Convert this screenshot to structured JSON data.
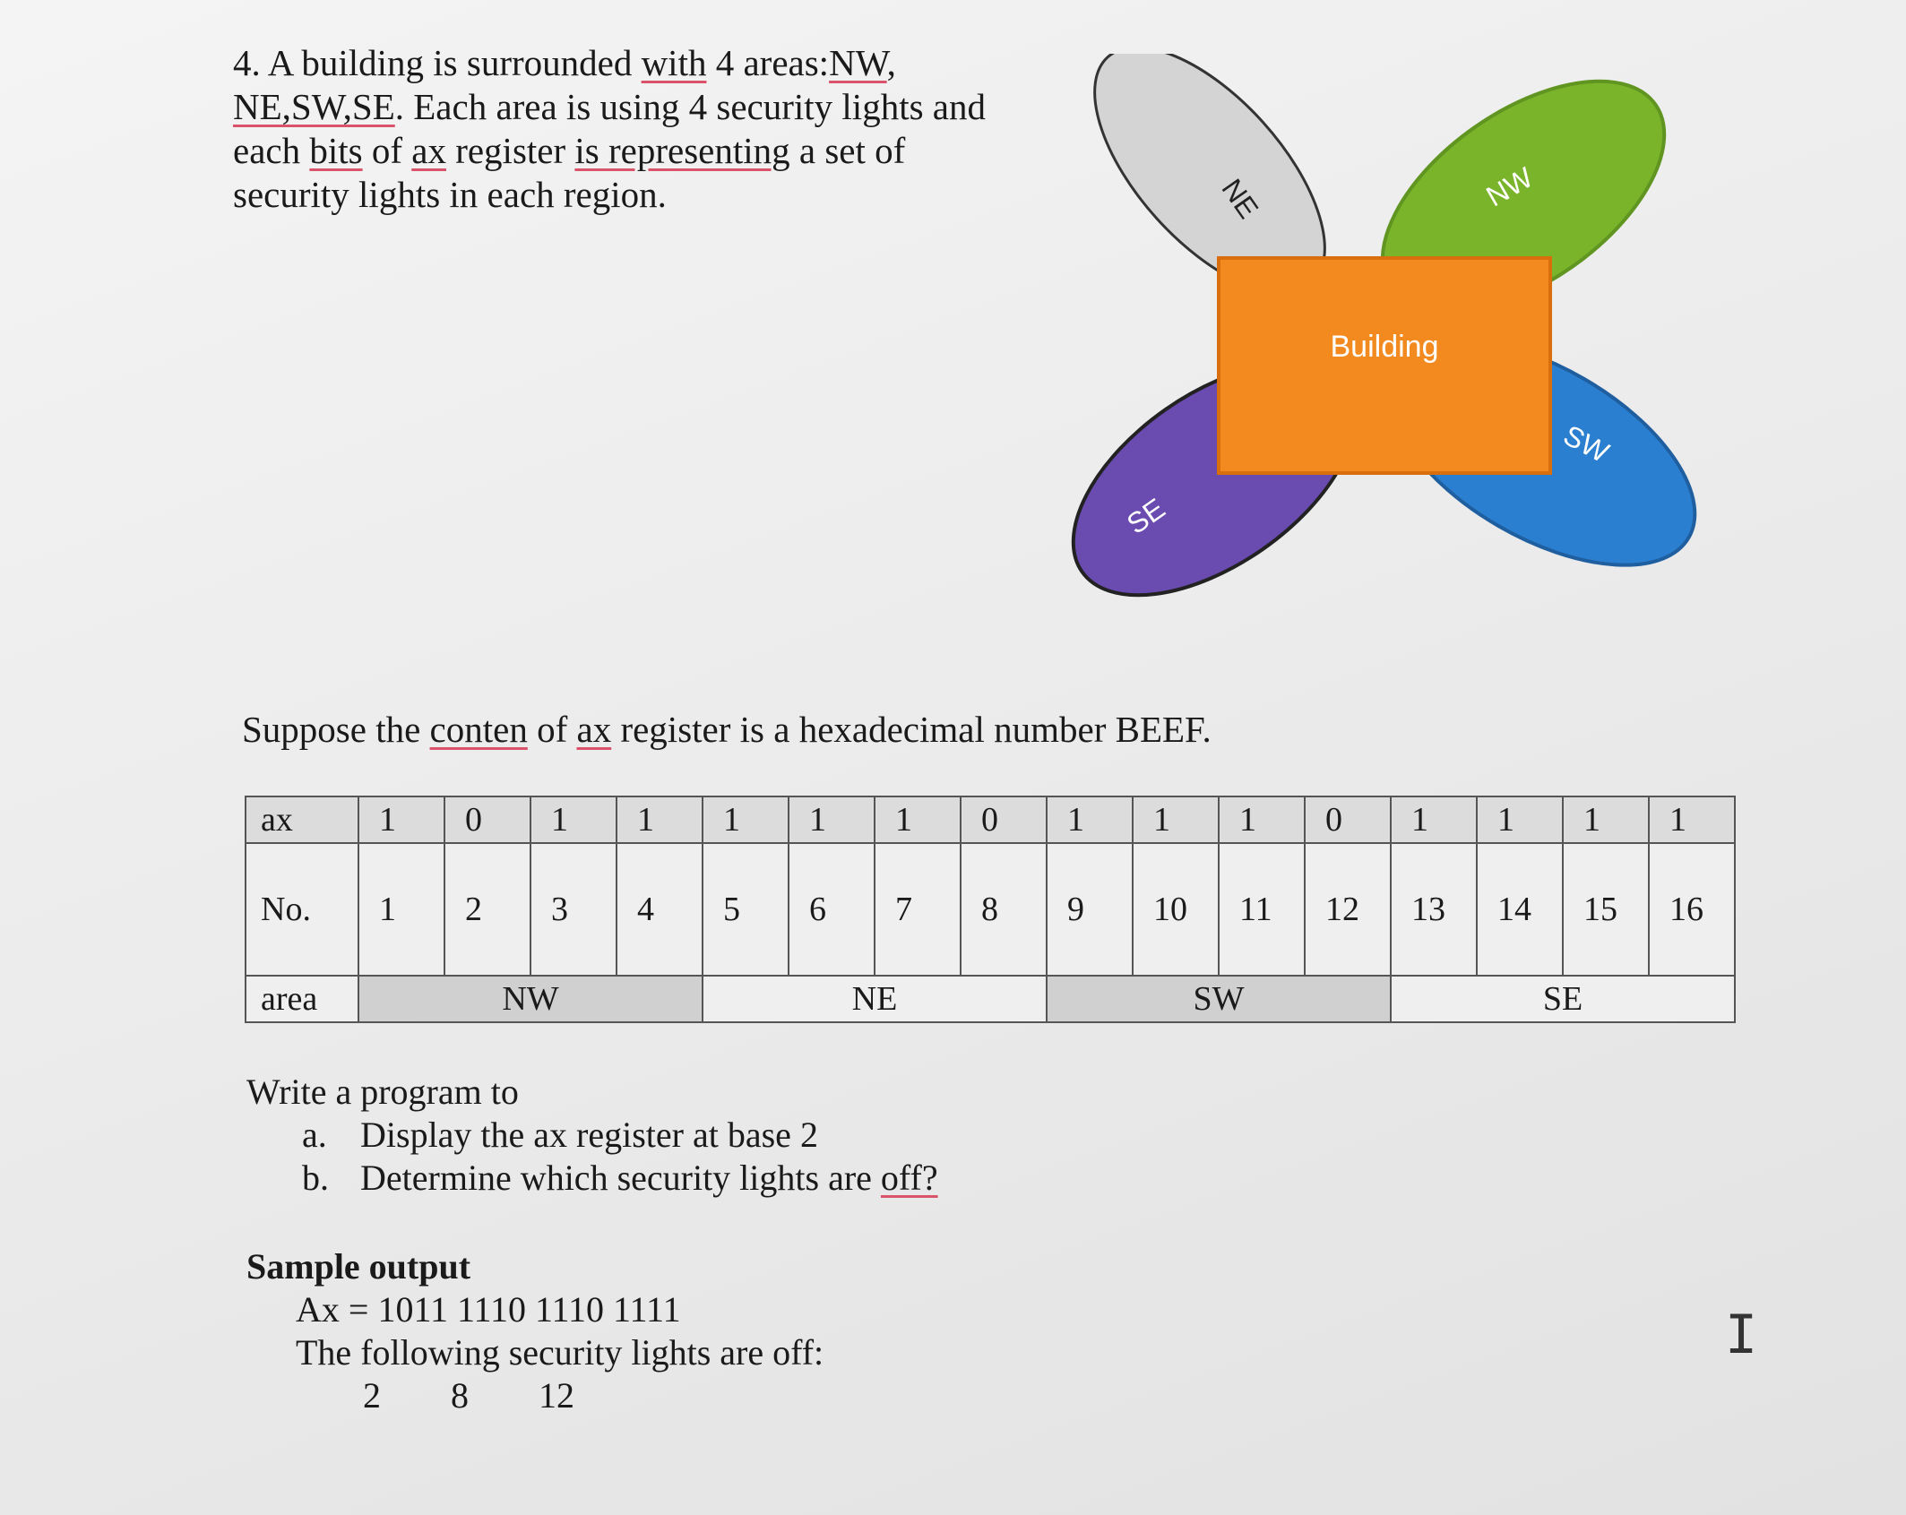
{
  "question": {
    "number": "4.",
    "line1_a": "A building is surrounded ",
    "line1_with": "with",
    "line1_b": " 4 areas:",
    "line1_nw": "NW",
    "line1_c": ",",
    "line2_areas": "NE,SW,SE",
    "line2_b": ". Each area is using 4 security lights and",
    "line3_a": "each ",
    "line3_bits": "bits",
    "line3_b": " of ",
    "line3_ax": "ax",
    "line3_c": " register ",
    "line3_is": "is representing",
    "line3_d": " a set of",
    "line4": "security lights in each region."
  },
  "diagram": {
    "building_label": "Building",
    "nw_label": "NW",
    "ne_label": "NE",
    "sw_label": "SW",
    "se_label": "SE",
    "colors": {
      "building": "#f28a1f",
      "nw": "#7ab42a",
      "ne": "#d4d4d4",
      "sw": "#2b7fd0",
      "se": "#6a4bb0"
    }
  },
  "suppose": {
    "a": "Suppose the ",
    "conten": "conten",
    "b": " of ",
    "ax": "ax",
    "c": " register is a hexadecimal number BEEF."
  },
  "table": {
    "ax_label": "ax",
    "no_label": "No.",
    "area_label": "area",
    "ax_bits": [
      "1",
      "0",
      "1",
      "1",
      "1",
      "1",
      "1",
      "0",
      "1",
      "1",
      "1",
      "0",
      "1",
      "1",
      "1",
      "1"
    ],
    "numbers": [
      "1",
      "2",
      "3",
      "4",
      "5",
      "6",
      "7",
      "8",
      "9",
      "10",
      "11",
      "12",
      "13",
      "14",
      "15",
      "16"
    ],
    "areas": [
      "NW",
      "NE",
      "SW",
      "SE"
    ]
  },
  "task": {
    "intro": "Write a program to",
    "a_label": "a.",
    "a_text": "Display the ax register  at base 2",
    "b_label": "b.",
    "b_text_pre": "Determine which security lights are ",
    "b_text_off": "off?"
  },
  "sample": {
    "title": "Sample output",
    "line1": "Ax = 1011 1110 1110 1111",
    "line2": "The following security lights are off:",
    "off_values": [
      "2",
      "8",
      "12"
    ]
  },
  "cursor_glyph": "I"
}
